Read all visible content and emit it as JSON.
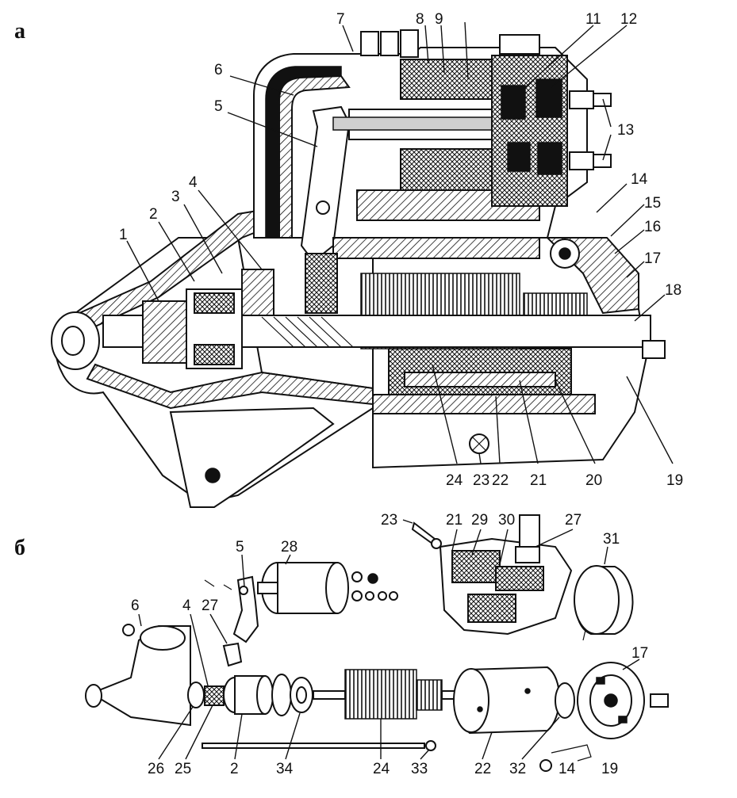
{
  "panels": {
    "a": "а",
    "b": "б"
  },
  "callouts_a": {
    "c1": "1",
    "c2": "2",
    "c3": "3",
    "c4": "4",
    "c5": "5",
    "c6": "6",
    "c7": "7",
    "c8": "8",
    "c9": "9",
    "c11": "11",
    "c12": "12",
    "c13": "13",
    "c14": "14",
    "c15": "15",
    "c16": "16",
    "c17": "17",
    "c18": "18",
    "c19": "19",
    "c20": "20",
    "c21": "21",
    "c22": "22",
    "c23": "23",
    "c24": "24"
  },
  "callouts_b": {
    "c23": "23",
    "c21": "21",
    "c29": "29",
    "c30": "30",
    "c27top": "27",
    "c31": "31",
    "c5": "5",
    "c28": "28",
    "c6": "6",
    "c4": "4",
    "c27": "27",
    "c17": "17",
    "c26": "26",
    "c25": "25",
    "c2": "2",
    "c34": "34",
    "c24": "24",
    "c33": "33",
    "c22": "22",
    "c32": "32",
    "c14": "14",
    "c19": "19"
  }
}
